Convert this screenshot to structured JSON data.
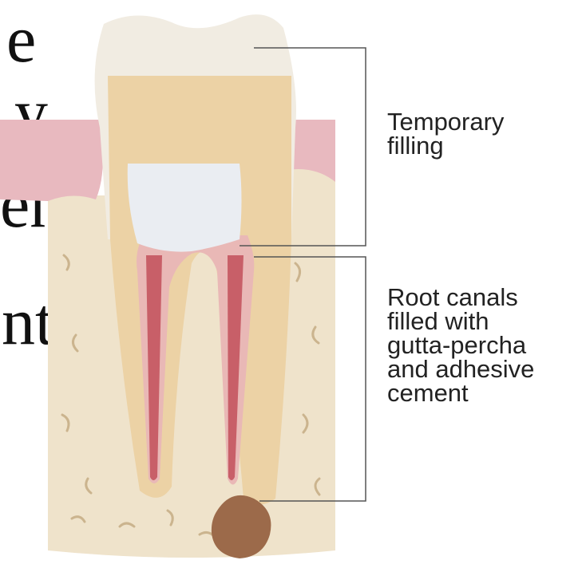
{
  "slide_text_fragments": [
    "e",
    "y",
    "en",
    "nt"
  ],
  "callouts": {
    "temporary_filling": "Temporary\nfilling",
    "root_canals": "Root canals\nfilled with\ngutta-percha\nand adhesive\ncement"
  },
  "colors": {
    "enamel": "#f1ece2",
    "dentin": "#ecd2a5",
    "pulp": "#e9b8b6",
    "canal_fill": "#c85f68",
    "temporary_filling": "#eaedf2",
    "gum": "#e8b9bf",
    "bone": "#efe3cb",
    "lesion": "#9c6a4a",
    "leader_line": "#555555"
  }
}
